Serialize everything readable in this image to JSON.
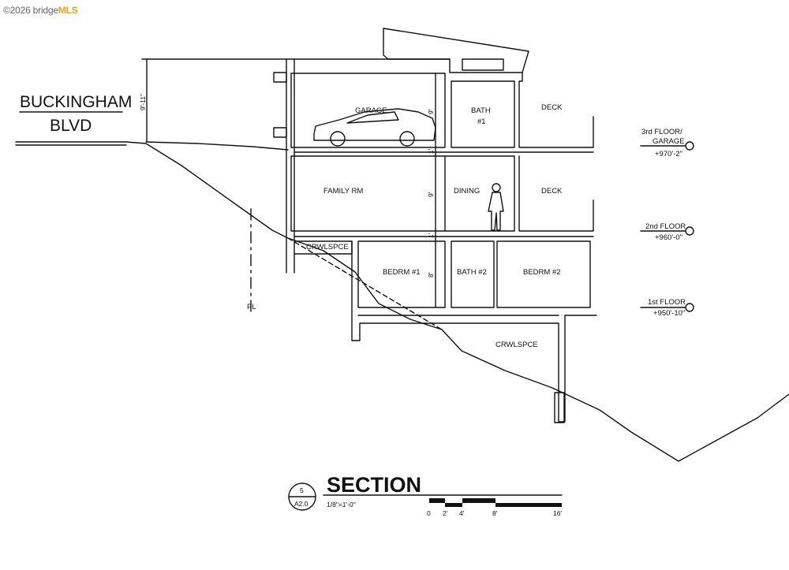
{
  "watermark": {
    "prefix": "©2026 bridge",
    "brand": "MLS"
  },
  "street": {
    "line1": "BUCKINGHAM",
    "line2": "BLVD"
  },
  "rooms": {
    "garage": "GARAGE",
    "bath1_line1": "BATH",
    "bath1_line2": "#1",
    "deck_upper": "DECK",
    "family": "FAMILY RM",
    "dining": "DINING",
    "deck_lower": "DECK",
    "crawl_upper": "CRWLSPCE",
    "bedrm1": "BEDRM #1",
    "bath2": "BATH #2",
    "bedrm2": "BEDRM #2",
    "crawl_lower": "CRWLSPCE"
  },
  "dimensions": {
    "left": "9'-11\"",
    "garage": "9'",
    "family": "9'",
    "bedroom": "8'",
    "slab1": "1'",
    "slab2": "1'"
  },
  "levels": [
    {
      "name_line1": "3rd FLOOR/",
      "name_line2": "GARAGE",
      "elevation": "+970'-2\""
    },
    {
      "name_line1": "2nd FLOOR",
      "elevation": "+960'-0\""
    },
    {
      "name_line1": "1st FLOOR",
      "elevation": "+950'-10\""
    }
  ],
  "property_line": "PL",
  "section": {
    "number": "5",
    "sheet": "A2.0",
    "title": "SECTION",
    "scale": "1/8\"=1'-0\"",
    "scale_ticks": [
      "0",
      "2'",
      "4'",
      "8'",
      "16'"
    ]
  }
}
